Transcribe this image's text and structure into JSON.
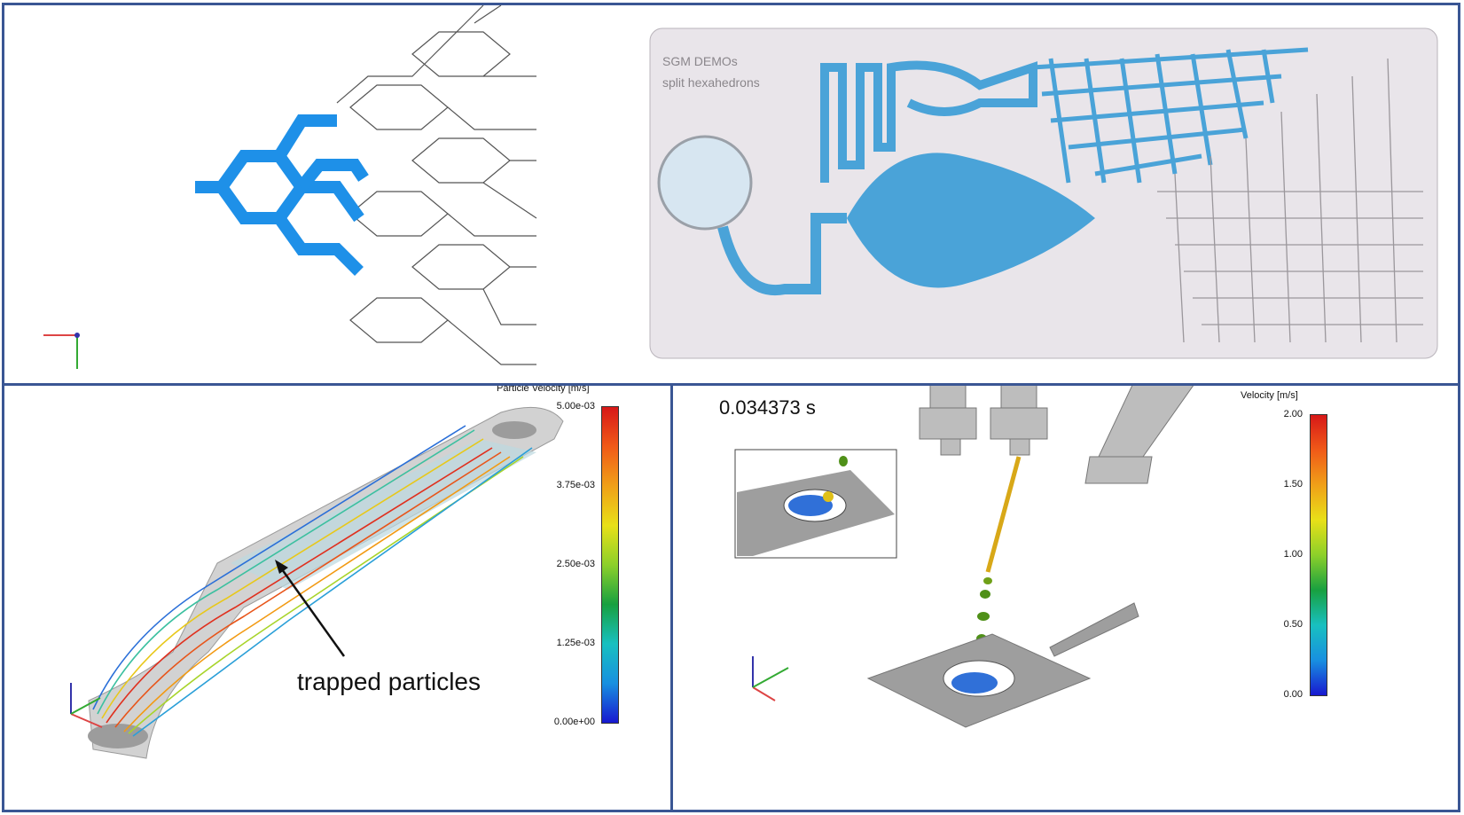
{
  "colors": {
    "border": "#3a5694",
    "channel_blue": "#1e90e8",
    "chip_blue": "#4aa3d8"
  },
  "panel_top": {
    "chip_text_line1": "SGM DEMOs",
    "chip_text_line2": "split hexahedrons"
  },
  "panel_bottom_left": {
    "colorbar_title": "Particle Velocity [m/s]",
    "colorbar_ticks": [
      "5.00e-03",
      "3.75e-03",
      "2.50e-03",
      "1.25e-03",
      "0.00e+00"
    ],
    "annotation": "trapped particles"
  },
  "panel_bottom_right": {
    "timestamp": "0.034373 s",
    "colorbar_title": "Velocity [m/s]",
    "colorbar_ticks": [
      "2.00",
      "1.50",
      "1.00",
      "0.50",
      "0.00"
    ]
  }
}
